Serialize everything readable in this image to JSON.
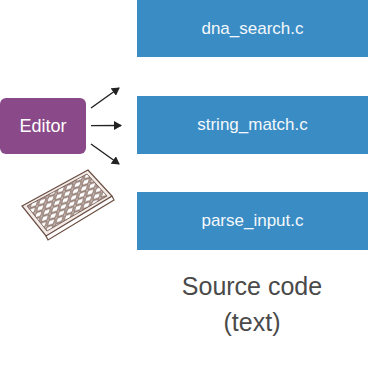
{
  "diagram": {
    "nodes": [
      {
        "text": [
          "Editor"
        ]
      },
      {
        "text": [
          "dna_search.c"
        ]
      },
      {
        "text": [
          "string_match.c"
        ]
      },
      {
        "text": [
          "parse_input.c"
        ]
      }
    ],
    "edges": [
      {
        "from": 0,
        "to": 1,
        "arrow": "to"
      },
      {
        "from": 0,
        "to": 2,
        "arrow": "to"
      },
      {
        "from": 0,
        "to": 3,
        "arrow": "to"
      }
    ],
    "labels": [
      "Source code (text)"
    ]
  }
}
